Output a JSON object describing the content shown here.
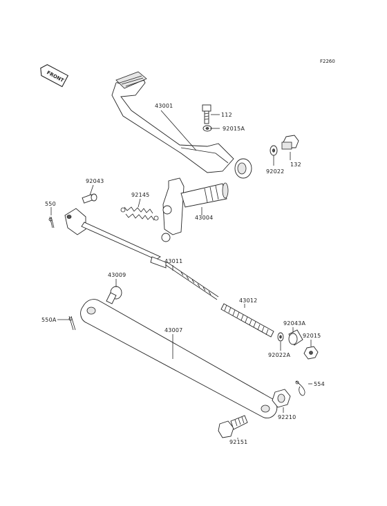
{
  "figure_code": "F2260",
  "front_badge": "FRONT",
  "parts": {
    "p43001": "43001",
    "p112": "112",
    "p92015A": "92015A",
    "p132": "132",
    "p92022": "92022",
    "p92043": "92043",
    "p550": "550",
    "p92145": "92145",
    "p43004": "43004",
    "p43011": "43011",
    "p43009": "43009",
    "p43012": "43012",
    "p550A": "550A",
    "p43007": "43007",
    "p92043A": "92043A",
    "p92015": "92015",
    "p92022A": "92022A",
    "p554": "554",
    "p92210": "92210",
    "p92151": "92151"
  }
}
